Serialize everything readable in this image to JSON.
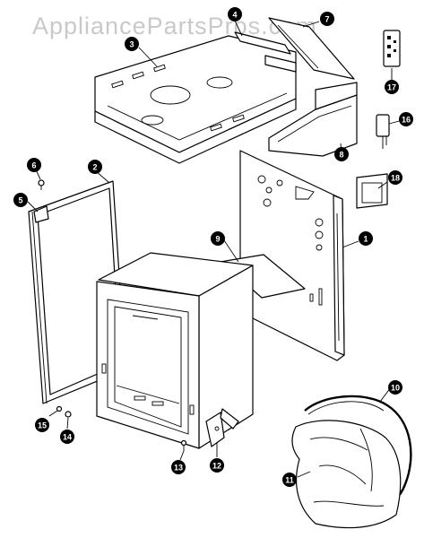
{
  "watermark": "AppliancePartsPros.com",
  "callouts": [
    "1",
    "2",
    "3",
    "4",
    "5",
    "6",
    "7",
    "8",
    "9",
    "10",
    "11",
    "12",
    "13",
    "14",
    "15",
    "16",
    "17",
    "18"
  ],
  "colors": {
    "line": "#000000",
    "background": "#ffffff",
    "watermark": "#c9c9c9",
    "callout_fill": "#000000"
  }
}
